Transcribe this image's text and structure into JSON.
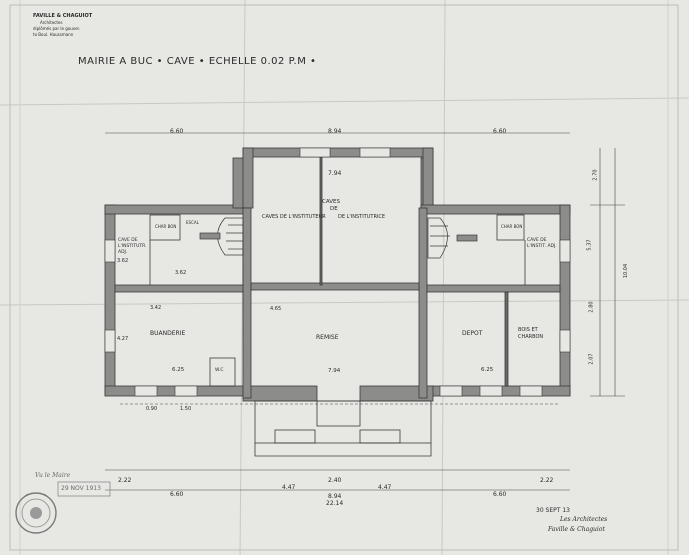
{
  "header": {
    "architects_line1": "FAVILLE & CHAGUIOT",
    "architects_line2": "Architectes",
    "architects_line3": "diplômés par le gouver.",
    "architects_line4": "to Boul. Haussmann",
    "title": "MAIRIE  A  BUC  • CAVE •  ECHELLE  0.02 P.M •"
  },
  "rooms": {
    "cave_instituteur": "CAVES DE L'INSTITUTEUR",
    "cave_institutrice": "DE L'INSTITUTRICE",
    "caves_word": "CAVES",
    "de_word": "DE",
    "cave_adj_left": "CAVE DE L'INSTITUTR. ADJ.",
    "cave_adj_right": "CAVE DE L'INSTIT. ADJ.",
    "charbon_left": "CHAR BON",
    "charbon_right": "CHAR BON",
    "buanderie": "BUANDERIE",
    "remise": "REMISE",
    "depot": "DEPOT",
    "bois_charbon": "BOIS ET CHARBON",
    "wc": "W.C"
  },
  "dimensions": {
    "top_left": "6.60",
    "top_center": "8.94",
    "top_right": "6.60",
    "center_inner": "7.94",
    "center_inner_bottom": "7.94",
    "left_side": "3.62",
    "left_side_lower": "4.27",
    "right_total": "10.04",
    "right_upper": "2.70",
    "right_mid": "5.37",
    "right_lower": "2.07",
    "right_lower2": "2.80",
    "buanderie_w": "6.25",
    "depot_w": "6.25",
    "bottom_left": "2.22",
    "bottom_right": "2.22",
    "bottom_mid_left": "4.47",
    "bottom_mid_right": "4.47",
    "bottom_center": "2.40",
    "bottom_center_2": "8.94",
    "bottom_total": "22.14",
    "bottom_left_2": "6.60",
    "bottom_right_2": "6.60",
    "remise_depth": "4.65",
    "small_1": "3.42",
    "small_2": "3.62",
    "small_3": "1.50",
    "small_4": "0.90"
  },
  "annotations": {
    "vu_line": "Vu le Maire",
    "date_stamp": "29 NOV 1913",
    "sign_date": "30 SEPT 13",
    "sign_line1": "Les Architectes",
    "sign_line2": "Faville & Chaguiot",
    "escal": "ESCAL"
  },
  "colors": {
    "paper": "#e7e7e3",
    "wall": "#8a8a88",
    "ink": "#2a2a2a"
  }
}
